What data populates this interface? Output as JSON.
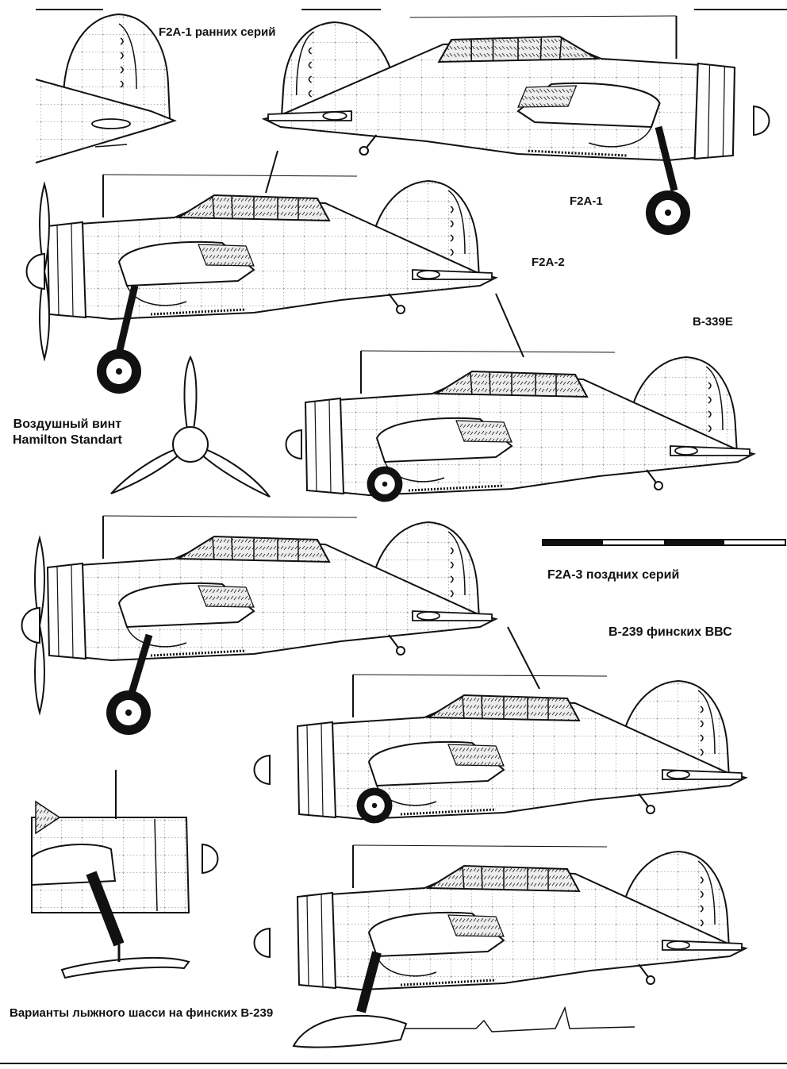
{
  "labels": {
    "f2a1_early": "F2A-1 ранних серий",
    "f2a1": "F2A-1",
    "f2a2": "F2A-2",
    "b339e": "B-339E",
    "propeller_line1": "Воздушный винт",
    "propeller_line2": "Hamilton Standart",
    "f2a3_late": "F2A-3 поздних серий",
    "b239_finnish": "B-239 финских ВВС",
    "ski_variants": "Варианты лыжного шасси на финских B-239"
  },
  "colors": {
    "ink": "#111111",
    "paper": "#ffffff",
    "canopy": "#e9e9e9"
  }
}
